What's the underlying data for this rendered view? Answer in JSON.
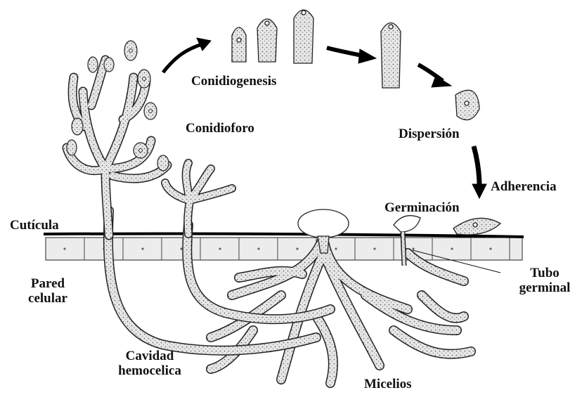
{
  "labels": {
    "conidiogenesis": "Conidiogenesis",
    "conidioforo": "Conidioforo",
    "dispersion": "Dispersión",
    "adherencia": "Adherencia",
    "germinacion": "Germinación",
    "cuticula": "Cutícula",
    "pared_line1": "Pared",
    "pared_line2": "celular",
    "tubo_line1": "Tubo",
    "tubo_line2": "germinal",
    "cavidad_line1": "Cavidad",
    "cavidad_line2": "hemocelica",
    "micelios": "Micelios"
  },
  "colors": {
    "ink": "#111111",
    "hypha_fill": "#d8d8d8",
    "cell_layer_fill": "#e9e9e9",
    "background": "#ffffff"
  }
}
